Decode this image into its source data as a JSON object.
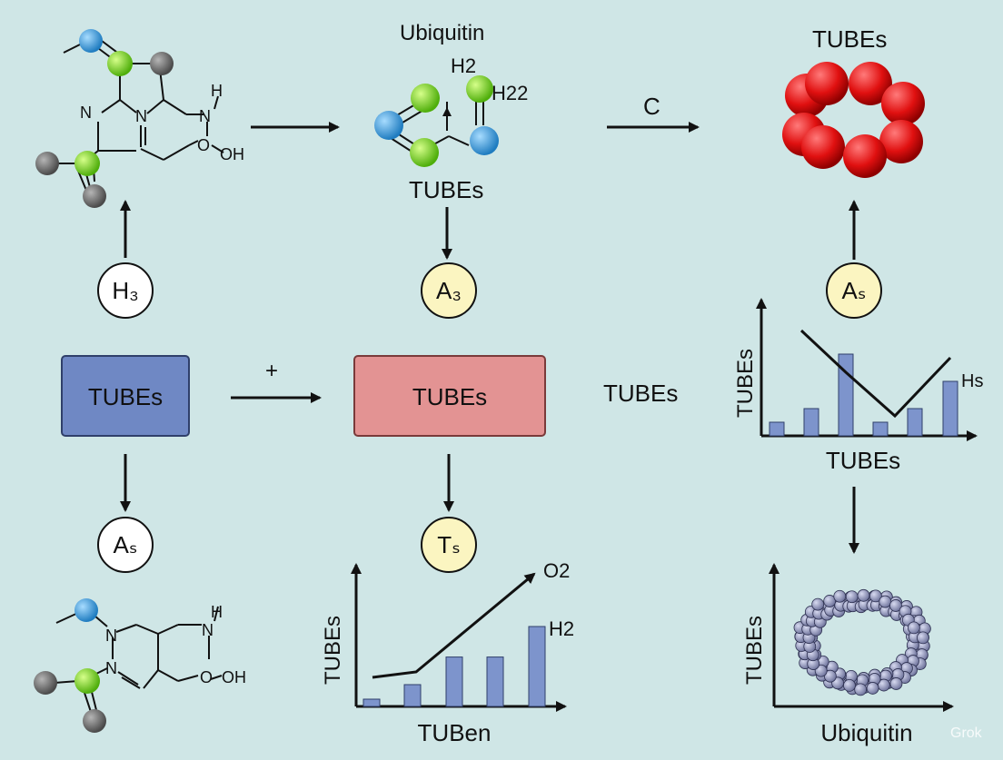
{
  "colors": {
    "background": "#cfe6e6",
    "box_blue": "#6f88c4",
    "box_red": "#e39393",
    "node_white": "#ffffff",
    "node_yellow": "#fbf5c1",
    "atom_blue": "#3b9ad8",
    "atom_green": "#7fd61d",
    "atom_gray": "#6e6e6e",
    "sphere_red": "#e01010",
    "bar_fill": "#7d94cc",
    "blob_fill": "#8a8fb4"
  },
  "labels": {
    "ubiquitin_title": "Ubiquitin",
    "h2": "H2",
    "h22": "H22",
    "tubes_mid": "TUBEs",
    "arrow_c": "C",
    "tubes_top_right": "TUBEs",
    "mol1_n1": "N",
    "mol1_n2": "N",
    "mol1_nh_n": "N",
    "mol1_nh_h": "H",
    "mol1_o": "O",
    "mol1_oh": "OH",
    "mol2_n1": "N",
    "mol2_n2": "N",
    "mol2_nh_n": "N",
    "mol2_nh_h": "H",
    "mol2_o": "O",
    "mol2_oh": "OH",
    "plus": "+",
    "tubes_floating": "TUBEs",
    "watermark": "Grok"
  },
  "nodes": {
    "h3": "H₃",
    "a3": "A₃",
    "as_right": "Aₛ",
    "as_left": "Aₛ",
    "ts": "Tₛ"
  },
  "boxes": {
    "blue": "TUBEs",
    "red": "TUBEs"
  },
  "chart_data": [
    {
      "type": "bar",
      "title": "",
      "ylabel": "TUBEs",
      "xlabel": "TUBEs",
      "values": [
        1,
        2,
        6,
        1,
        2,
        4
      ],
      "line": [
        6,
        4,
        2,
        0.2,
        2,
        4
      ],
      "annotation": "Hs"
    },
    {
      "type": "bar",
      "title": "",
      "ylabel": "TUBEs",
      "xlabel": "TUBen",
      "values": [
        0.5,
        1.5,
        3.4,
        3.4,
        5.5
      ],
      "line": [
        2,
        2.2,
        4.5,
        6.8,
        9
      ],
      "annotations": [
        "O2",
        "H2"
      ]
    },
    {
      "type": "scatter",
      "title": "",
      "ylabel": "TUBEs",
      "xlabel": "Ubiquitin"
    }
  ]
}
